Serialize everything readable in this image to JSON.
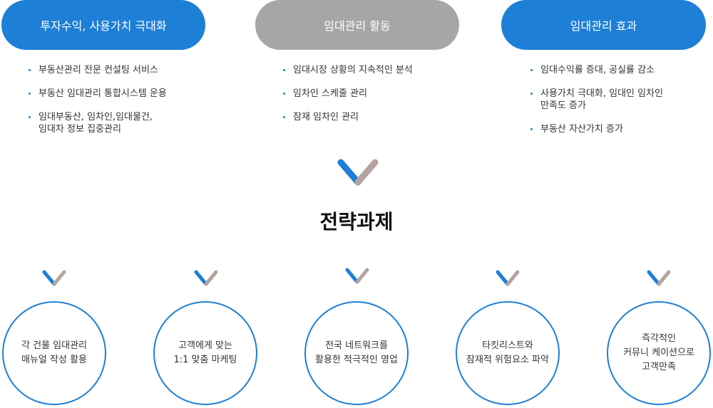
{
  "headers": {
    "left": "투자수익, 사용가치 극대화",
    "center": "임대관리 활동",
    "right": "임대관리 효과"
  },
  "lists": {
    "left": [
      "부동산관리 전문 컨설팅 서비스",
      "부동산 임대관리 통합시스템 운용",
      "임대부동산, 임차인,임대물건,\n임대차 정보 집중관리"
    ],
    "center": [
      "임대시장 상황의 지속적인 분석",
      "임차인 스케줄 관리",
      "잠재 임차인 관리"
    ],
    "right": [
      "임대수익률 증대, 공실률 감소",
      "사용가치 극대화, 임대인    임차인\n만족도 증가",
      "부동산 자산가치 증가"
    ]
  },
  "main_title": "전략과제",
  "tasks": [
    "각 건물 임대관리\n매뉴얼 작성 활용",
    "고객에게 맞는\n1:1 맞춤 마케팅",
    "전국 네트워크를\n활용한 적극적인 영업",
    "타킷리스트와\n잠재적 위험요소 파악",
    "즉각적인\n커뮤니 케이션으로\n고객만족"
  ],
  "colors": {
    "accent": "#1e7fd6",
    "gray": "#a6a6a6",
    "check_right": "#b5a3a0"
  }
}
